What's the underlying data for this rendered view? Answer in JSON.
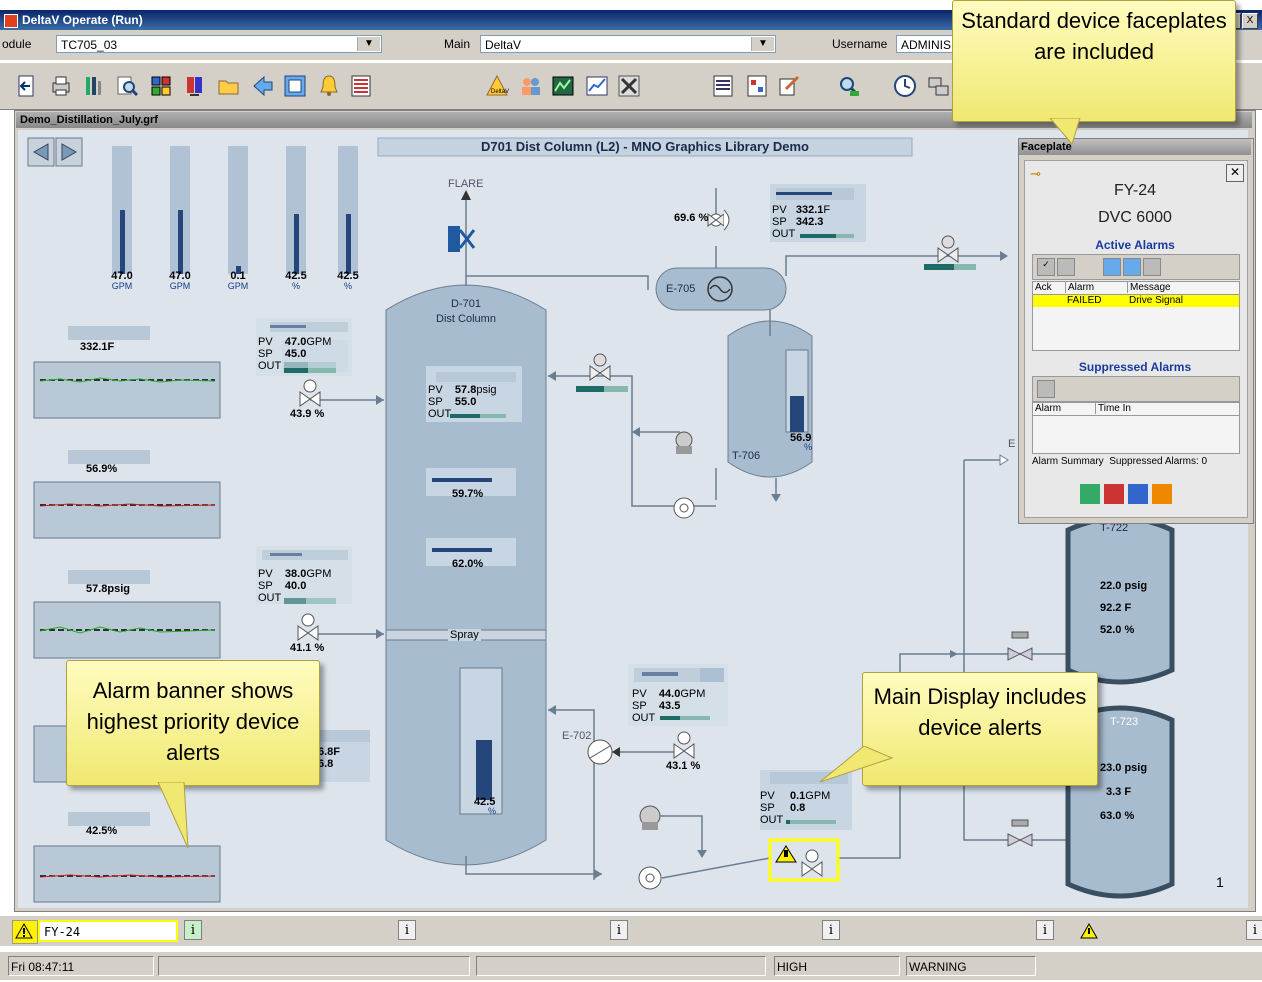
{
  "window": {
    "title": "DeltaV Operate (Run)",
    "btn_max": "□",
    "btn_close": "X"
  },
  "selectors": {
    "module_label": "odule",
    "module_value": "TC705_03",
    "main_label": "Main",
    "main_value": "DeltaV",
    "username_label": "Username",
    "username_value": "ADMINIS"
  },
  "document": {
    "title": "Demo_Distillation_July.grf"
  },
  "display": {
    "banner": "D701 Dist Column (L2) - MNO Graphics Library Demo",
    "flare": "FLARE",
    "column_name": "D-701",
    "column_desc": "Dist Column",
    "spray": "Spray",
    "page_number": "1",
    "e_label": "E",
    "top_gauges": [
      {
        "value": "47.0",
        "unit": "GPM"
      },
      {
        "value": "47.0",
        "unit": "GPM"
      },
      {
        "value": "0.1",
        "unit": "GPM"
      },
      {
        "value": "42.5",
        "unit": "%"
      },
      {
        "value": "42.5",
        "unit": "%"
      }
    ],
    "trend_values": [
      "332.1F",
      "56.9%",
      "57.8psig",
      "",
      "42.5%"
    ],
    "ctrl_left_1": {
      "pv_label": "PV",
      "sp_label": "SP",
      "out_label": "OUT",
      "pv": "47.0",
      "pv_unit": "GPM",
      "sp": "45.0"
    },
    "valve_left_1": "43.9 %",
    "ctrl_left_2": {
      "pv": "38.0",
      "pv_unit": "GPM",
      "sp": "40.0"
    },
    "valve_left_2": "41.1 %",
    "ctrl_left_3": {
      "pv": "6.8F",
      "sp": "6.8"
    },
    "col_ctrl": {
      "pv": "57.8",
      "pv_unit": "psig",
      "sp": "55.0"
    },
    "col_ind_1": "59.7%",
    "col_ind_2": "62.0%",
    "col_level": {
      "value": "42.5",
      "unit": "%"
    },
    "top_ctrl": {
      "pv": "332.1",
      "pv_unit": "F",
      "sp": "342.3"
    },
    "valve_top": "69.6 %",
    "e705": "E-705",
    "t706": "T-706",
    "t706_level": {
      "value": "56.9",
      "unit": "%"
    },
    "e702": "E-702",
    "ctrl_mid": {
      "pv": "44.0",
      "pv_unit": "GPM",
      "sp": "43.5"
    },
    "valve_mid": "43.1 %",
    "ctrl_dev": {
      "pv": "0.1",
      "pv_unit": "GPM",
      "sp": "0.8"
    },
    "t722": {
      "name": "T-722",
      "v1": "22.0 psig",
      "v2": "92.2 F",
      "v3": "52.0 %"
    },
    "t723": {
      "name": "T-723",
      "v1": "23.0 psig",
      "v2": "3.3 F",
      "v3": "63.0 %"
    }
  },
  "faceplate": {
    "panel_title": "Faceplate",
    "tag": "FY-24",
    "device": "DVC 6000",
    "active_alarms": "Active Alarms",
    "col_ack": "Ack",
    "col_alarm": "Alarm",
    "col_message": "Message",
    "alarm_state": "FAILED",
    "alarm_message": "Drive Signal",
    "suppressed_alarms": "Suppressed Alarms",
    "col_alarm2": "Alarm",
    "col_timein": "Time In",
    "footer_left": "Alarm Summary",
    "footer_right": "Suppressed Alarms: 0"
  },
  "alarm_banner": {
    "tag": "FY-24",
    "info": "i"
  },
  "status": {
    "clock": "Fri 08:47:11",
    "priority": "HIGH",
    "level": "WARNING"
  },
  "callouts": {
    "faceplate": "Standard device faceplates are included",
    "banner": "Alarm banner shows highest priority device alerts",
    "main": "Main Display includes device alerts"
  },
  "colors": {
    "canvas": "#dde4ec",
    "vessel": "#a8bccf",
    "bar": "#2a4a78",
    "alarm_yellow": "#ffff00",
    "callout": "#fff6a0"
  }
}
